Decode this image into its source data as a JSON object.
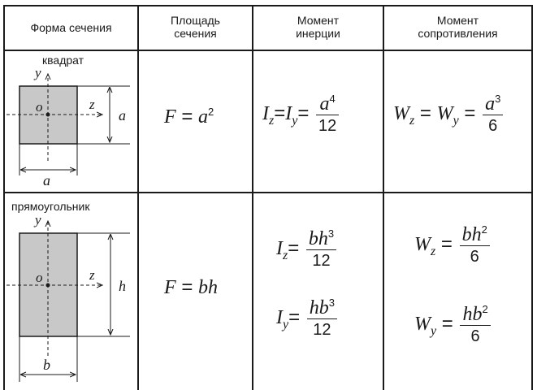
{
  "header": {
    "col1": "Форма сечения",
    "col2_line1": "Площадь",
    "col2_line2": "сечения",
    "col3_line1": "Момент",
    "col3_line2": "инерции",
    "col4_line1": "Момент",
    "col4_line2": "сопротивления"
  },
  "rows": [
    {
      "shape_name": "квадрат",
      "axis_y": "y",
      "axis_z": "z",
      "origin": "o",
      "dim_width": "a",
      "dim_height": "a",
      "area": {
        "lhs": "F",
        "base": "a",
        "exp": "2"
      },
      "inertia": {
        "lhs1": "I",
        "sub1": "z",
        "lhs2": "I",
        "sub2": "y",
        "num_base": "a",
        "num_exp": "4",
        "den": "12"
      },
      "modulus": {
        "lhs1": "W",
        "sub1": "z",
        "lhs2": "W",
        "sub2": "y",
        "num_base": "a",
        "num_exp": "3",
        "den": "6"
      }
    },
    {
      "shape_name": "прямоугольник",
      "axis_y": "y",
      "axis_z": "z",
      "origin": "o",
      "dim_width": "b",
      "dim_height": "h",
      "area": {
        "lhs": "F",
        "rhs": "bh"
      },
      "inertia_z": {
        "lhs": "I",
        "sub": "z",
        "num_base": "bh",
        "num_exp": "3",
        "den": "12"
      },
      "inertia_y": {
        "lhs": "I",
        "sub": "y",
        "num_base": "hb",
        "num_exp": "3",
        "den": "12"
      },
      "modulus_z": {
        "lhs": "W",
        "sub": "z",
        "num_base": "bh",
        "num_exp": "2",
        "den": "6"
      },
      "modulus_y": {
        "lhs": "W",
        "sub": "y",
        "num_base": "hb",
        "num_exp": "2",
        "den": "6"
      }
    }
  ],
  "colors": {
    "fill": "#c8c8c8",
    "line": "#1a1a1a"
  }
}
